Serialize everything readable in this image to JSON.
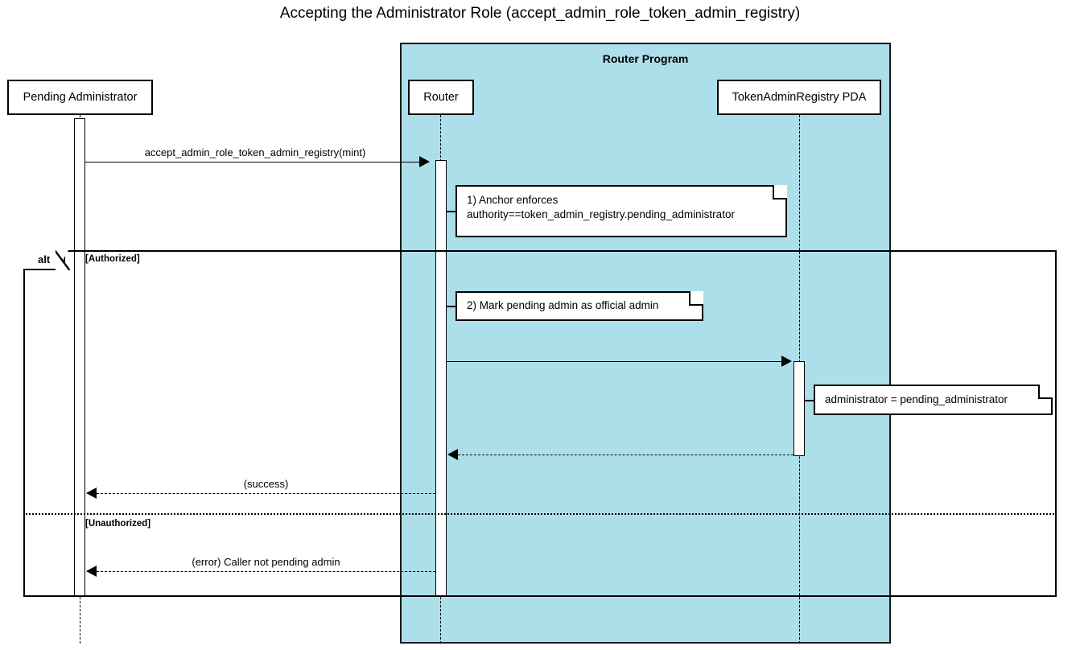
{
  "title": "Accepting the Administrator Role (accept_admin_role_token_admin_registry)",
  "group": {
    "label": "Router Program",
    "fill_color": "#addfeb",
    "border_color": "#1a1a1a"
  },
  "participants": [
    {
      "id": "pending-administrator",
      "label": "Pending Administrator"
    },
    {
      "id": "router",
      "label": "Router"
    },
    {
      "id": "token-admin-registry-pda",
      "label": "TokenAdminRegistry PDA"
    }
  ],
  "messages": [
    {
      "id": "call-accept-admin-role",
      "label": "accept_admin_role_token_admin_registry(mint)",
      "from": "pending-administrator",
      "to": "router",
      "style": "solid",
      "direction": "right"
    },
    {
      "id": "call-update-registry",
      "label": "",
      "from": "router",
      "to": "token-admin-registry-pda",
      "style": "solid",
      "direction": "right"
    },
    {
      "id": "return-registry-updated",
      "label": "",
      "from": "token-admin-registry-pda",
      "to": "router",
      "style": "dashed",
      "direction": "left"
    },
    {
      "id": "return-success",
      "label": "(success)",
      "from": "router",
      "to": "pending-administrator",
      "style": "dashed",
      "direction": "left"
    },
    {
      "id": "return-error",
      "label": "(error) Caller not pending admin",
      "from": "router",
      "to": "pending-administrator",
      "style": "dashed",
      "direction": "left"
    }
  ],
  "notes": [
    {
      "id": "note-anchor-enforces",
      "lines": [
        "1) Anchor enforces",
        "authority==token_admin_registry.pending_administrator"
      ]
    },
    {
      "id": "note-mark-pending-admin",
      "lines": [
        "2) Mark pending admin as official admin"
      ]
    },
    {
      "id": "note-administrator-assignment",
      "lines": [
        "administrator = pending_administrator"
      ]
    }
  ],
  "fragment": {
    "operator": "alt",
    "guards": [
      "[Authorized]",
      "[Unauthorized]"
    ]
  }
}
